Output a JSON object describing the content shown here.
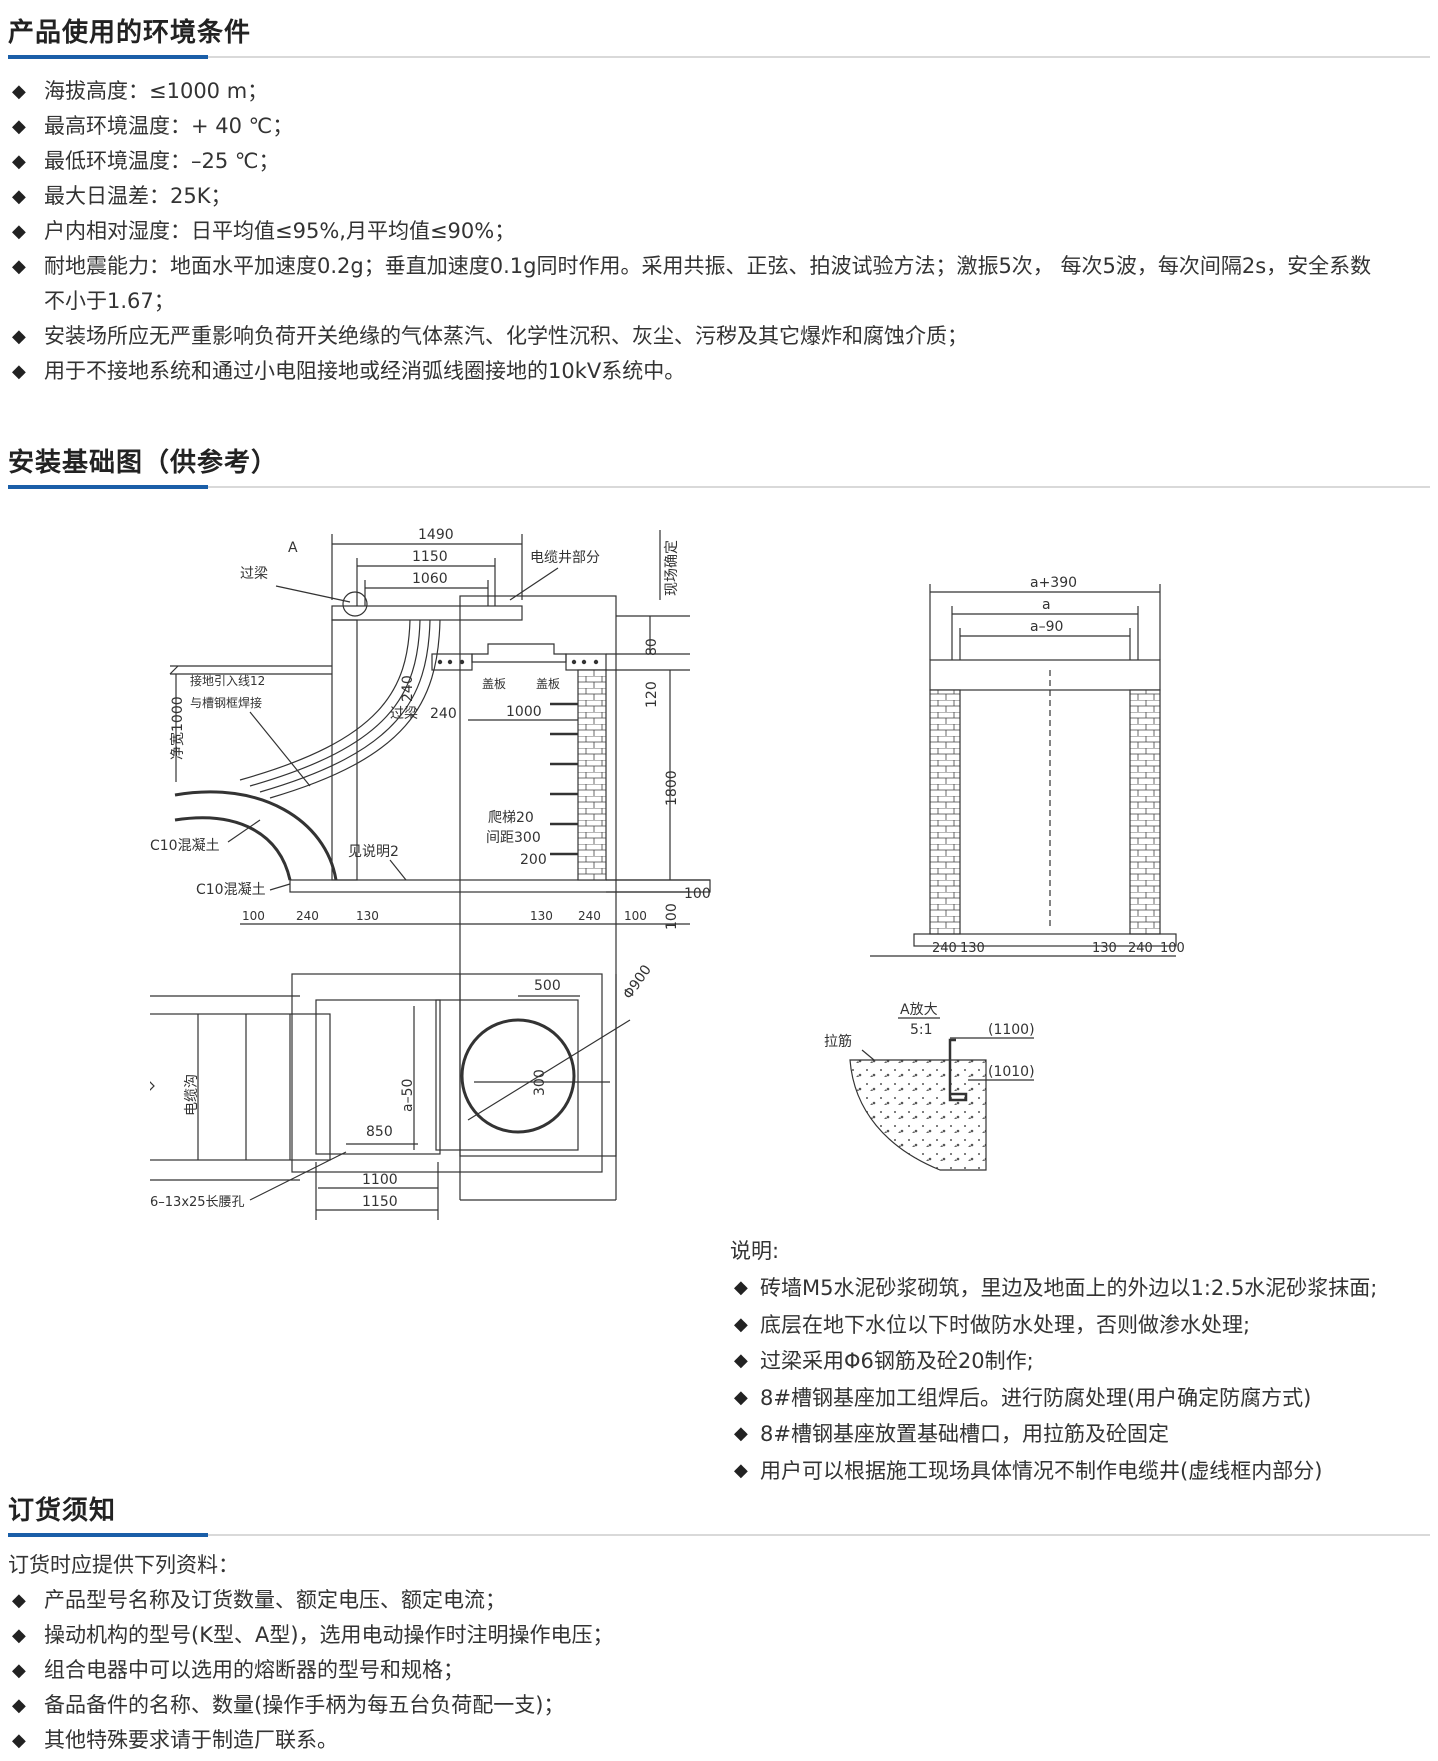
{
  "env": {
    "title": "产品使用的环境条件",
    "items": [
      "海拔高度：≤1000 m；",
      "最高环境温度：+ 40 ℃；",
      "最低环境温度：–25 ℃；",
      "最大日温差：25K；",
      "户内相对湿度：日平均值≤95%,月平均值≤90%；",
      "耐地震能力：地面水平加速度0.2g；垂直加速度0.1g同时作用。采用共振、正弦、拍波试验方法；激振5次， 每次5波，每次间隔2s，安全系数不小于1.67；",
      "安装场所应无严重影响负荷开关绝缘的气体蒸汽、化学性沉积、灰尘、污秽及其它爆炸和腐蚀介质；",
      "用于不接地系统和通过小电阻接地或经消弧线圈接地的10kV系统中。"
    ]
  },
  "install": {
    "title": "安装基础图（供参考）",
    "drawing": {
      "A": "A",
      "d1490": "1490",
      "d1150": "1150",
      "d1060": "1060",
      "guoliang": "过梁",
      "cable_well": "电缆井部分",
      "site_confirm": "现场确定",
      "d80": "80",
      "d120": "120",
      "d1800": "1800",
      "d240v": "240",
      "d240": "240",
      "d1000": "1000",
      "gaiban": "盖板",
      "ground_wire_1": "接地引入线12",
      "ground_wire_2": "与槽钢框焊接",
      "net_width": "净宽1000",
      "ladder_1": "爬梯20",
      "ladder_2": "间距300",
      "d200": "200",
      "c10": "C10混凝土",
      "see_note": "见说明2",
      "d100": "100",
      "d130": "130",
      "a390": "a+390",
      "a": "a",
      "a90": "a–90",
      "d500": "500",
      "phi900": "Φ900",
      "d300": "300",
      "a50": "a–50",
      "d850": "850",
      "d1100": "1100",
      "cable_trench": "电缆沟",
      "holes": "6–13x25长腰孔",
      "a_zoom": "A放大",
      "scale": "5:1",
      "lajin": "拉筋",
      "p1100": "(1100)",
      "p1010": "(1010)"
    }
  },
  "notes": {
    "title": "说明:",
    "items": [
      "砖墙M5水泥砂浆砌筑，里边及地面上的外边以1:2.5水泥砂浆抹面;",
      "底层在地下水位以下时做防水处理，否则做渗水处理;",
      "过梁采用Φ6钢筋及砼20制作;",
      "8#槽钢基座加工组焊后。进行防腐处理(用户确定防腐方式)",
      "8#槽钢基座放置基础槽口，用拉筋及砼固定",
      "用户可以根据施工现场具体情况不制作电缆井(虚线框内部分)"
    ]
  },
  "order": {
    "title": "订货须知",
    "intro": "订货时应提供下列资料：",
    "items": [
      "产品型号名称及订货数量、额定电压、额定电流；",
      "操动机构的型号(K型、A型)，选用电动操作时注明操作电压；",
      "组合电器中可以选用的熔断器的型号和规格；",
      "备品备件的名称、数量(操作手柄为每五台负荷配一支)；",
      "其他特殊要求请于制造厂联系。"
    ]
  }
}
